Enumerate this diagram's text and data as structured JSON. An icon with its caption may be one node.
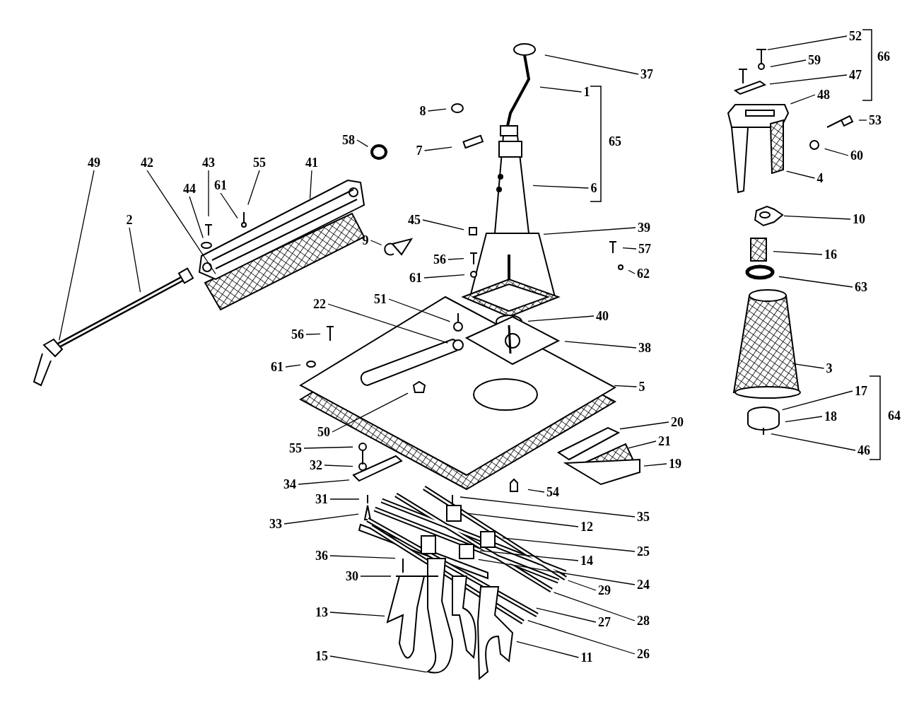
{
  "diagram": {
    "nodes": [
      {
        "text": [
          "37"
        ]
      },
      {
        "text": [
          "1"
        ]
      },
      {
        "text": [
          "8"
        ]
      },
      {
        "text": [
          "7"
        ]
      },
      {
        "text": [
          "58"
        ]
      },
      {
        "text": [
          "6"
        ]
      },
      {
        "text": [
          "49"
        ]
      },
      {
        "text": [
          "42"
        ]
      },
      {
        "text": [
          "43"
        ]
      },
      {
        "text": [
          "44"
        ]
      },
      {
        "text": [
          "55"
        ]
      },
      {
        "text": [
          "61"
        ]
      },
      {
        "text": [
          "41"
        ]
      },
      {
        "text": [
          "2"
        ]
      },
      {
        "text": [
          "45"
        ]
      },
      {
        "text": [
          "9"
        ]
      },
      {
        "text": [
          "39"
        ]
      },
      {
        "text": [
          "56"
        ]
      },
      {
        "text": [
          "57"
        ]
      },
      {
        "text": [
          "62"
        ]
      },
      {
        "text": [
          "61"
        ]
      },
      {
        "text": [
          "51"
        ]
      },
      {
        "text": [
          "22"
        ]
      },
      {
        "text": [
          "40"
        ]
      },
      {
        "text": [
          "56"
        ]
      },
      {
        "text": [
          "38"
        ]
      },
      {
        "text": [
          "61"
        ]
      },
      {
        "text": [
          "5"
        ]
      },
      {
        "text": [
          "50"
        ]
      },
      {
        "text": [
          "20"
        ]
      },
      {
        "text": [
          "55"
        ]
      },
      {
        "text": [
          "21"
        ]
      },
      {
        "text": [
          "32"
        ]
      },
      {
        "text": [
          "19"
        ]
      },
      {
        "text": [
          "34"
        ]
      },
      {
        "text": [
          "31"
        ]
      },
      {
        "text": [
          "54"
        ]
      },
      {
        "text": [
          "33"
        ]
      },
      {
        "text": [
          "35"
        ]
      },
      {
        "text": [
          "12"
        ]
      },
      {
        "text": [
          "25"
        ]
      },
      {
        "text": [
          "14"
        ]
      },
      {
        "text": [
          "29"
        ]
      },
      {
        "text": [
          "24"
        ]
      },
      {
        "text": [
          "36"
        ]
      },
      {
        "text": [
          "30"
        ]
      },
      {
        "text": [
          "28"
        ]
      },
      {
        "text": [
          "13"
        ]
      },
      {
        "text": [
          "27"
        ]
      },
      {
        "text": [
          "26"
        ]
      },
      {
        "text": [
          "11"
        ]
      },
      {
        "text": [
          "15"
        ]
      },
      {
        "text": [
          "52"
        ]
      },
      {
        "text": [
          "59"
        ]
      },
      {
        "text": [
          "47"
        ]
      },
      {
        "text": [
          "48"
        ]
      },
      {
        "text": [
          "53"
        ]
      },
      {
        "text": [
          "60"
        ]
      },
      {
        "text": [
          "4"
        ]
      },
      {
        "text": [
          "10"
        ]
      },
      {
        "text": [
          "16"
        ]
      },
      {
        "text": [
          "63"
        ]
      },
      {
        "text": [
          "3"
        ]
      },
      {
        "text": [
          "17"
        ]
      },
      {
        "text": [
          "18"
        ]
      },
      {
        "text": [
          "46"
        ]
      }
    ],
    "edges": [
      {
        "from": 0,
        "to": null,
        "arrow": "none"
      },
      {
        "from": 1,
        "to": null,
        "arrow": "none"
      },
      {
        "from": 2,
        "to": null,
        "arrow": "none"
      },
      {
        "from": 3,
        "to": null,
        "arrow": "none"
      },
      {
        "from": 4,
        "to": null,
        "arrow": "none"
      },
      {
        "from": 5,
        "to": null,
        "arrow": "none"
      },
      {
        "from": 6,
        "to": null,
        "arrow": "none"
      },
      {
        "from": 7,
        "to": null,
        "arrow": "none"
      },
      {
        "from": 8,
        "to": null,
        "arrow": "none"
      },
      {
        "from": 9,
        "to": null,
        "arrow": "none"
      },
      {
        "from": 10,
        "to": null,
        "arrow": "none"
      },
      {
        "from": 11,
        "to": null,
        "arrow": "none"
      },
      {
        "from": 12,
        "to": null,
        "arrow": "none"
      },
      {
        "from": 13,
        "to": null,
        "arrow": "none"
      },
      {
        "from": 14,
        "to": null,
        "arrow": "none"
      },
      {
        "from": 15,
        "to": null,
        "arrow": "none"
      },
      {
        "from": 16,
        "to": null,
        "arrow": "none"
      },
      {
        "from": 17,
        "to": null,
        "arrow": "none"
      },
      {
        "from": 18,
        "to": null,
        "arrow": "none"
      },
      {
        "from": 19,
        "to": null,
        "arrow": "none"
      },
      {
        "from": 20,
        "to": null,
        "arrow": "none"
      },
      {
        "from": 21,
        "to": null,
        "arrow": "none"
      },
      {
        "from": 22,
        "to": null,
        "arrow": "none"
      },
      {
        "from": 23,
        "to": null,
        "arrow": "none"
      },
      {
        "from": 24,
        "to": null,
        "arrow": "none"
      },
      {
        "from": 25,
        "to": null,
        "arrow": "none"
      },
      {
        "from": 26,
        "to": null,
        "arrow": "none"
      },
      {
        "from": 27,
        "to": null,
        "arrow": "none"
      },
      {
        "from": 28,
        "to": null,
        "arrow": "none"
      },
      {
        "from": 29,
        "to": null,
        "arrow": "none"
      },
      {
        "from": 30,
        "to": null,
        "arrow": "none"
      },
      {
        "from": 31,
        "to": null,
        "arrow": "none"
      },
      {
        "from": 32,
        "to": null,
        "arrow": "none"
      },
      {
        "from": 33,
        "to": null,
        "arrow": "none"
      },
      {
        "from": 34,
        "to": null,
        "arrow": "none"
      },
      {
        "from": 35,
        "to": null,
        "arrow": "none"
      },
      {
        "from": 36,
        "to": null,
        "arrow": "none"
      },
      {
        "from": 37,
        "to": null,
        "arrow": "none"
      },
      {
        "from": 38,
        "to": null,
        "arrow": "none"
      },
      {
        "from": 39,
        "to": null,
        "arrow": "none"
      },
      {
        "from": 40,
        "to": null,
        "arrow": "none"
      },
      {
        "from": 41,
        "to": null,
        "arrow": "none"
      },
      {
        "from": 42,
        "to": null,
        "arrow": "none"
      },
      {
        "from": 43,
        "to": null,
        "arrow": "none"
      },
      {
        "from": 44,
        "to": null,
        "arrow": "none"
      },
      {
        "from": 45,
        "to": null,
        "arrow": "none"
      },
      {
        "from": 46,
        "to": null,
        "arrow": "none"
      },
      {
        "from": 47,
        "to": null,
        "arrow": "none"
      },
      {
        "from": 48,
        "to": null,
        "arrow": "none"
      },
      {
        "from": 49,
        "to": null,
        "arrow": "none"
      },
      {
        "from": 50,
        "to": null,
        "arrow": "none"
      },
      {
        "from": 51,
        "to": null,
        "arrow": "none"
      },
      {
        "from": 52,
        "to": null,
        "arrow": "none"
      },
      {
        "from": 53,
        "to": null,
        "arrow": "none"
      },
      {
        "from": 54,
        "to": null,
        "arrow": "none"
      },
      {
        "from": 55,
        "to": null,
        "arrow": "none"
      },
      {
        "from": 56,
        "to": null,
        "arrow": "none"
      },
      {
        "from": 57,
        "to": null,
        "arrow": "none"
      },
      {
        "from": 58,
        "to": null,
        "arrow": "none"
      },
      {
        "from": 59,
        "to": null,
        "arrow": "none"
      },
      {
        "from": 60,
        "to": null,
        "arrow": "none"
      },
      {
        "from": 61,
        "to": null,
        "arrow": "none"
      },
      {
        "from": 62,
        "to": null,
        "arrow": "none"
      },
      {
        "from": 63,
        "to": null,
        "arrow": "none"
      },
      {
        "from": 64,
        "to": null,
        "arrow": "none"
      },
      {
        "from": 65,
        "to": null,
        "arrow": "none"
      }
    ],
    "labels": [
      "66",
      "65",
      "64"
    ]
  }
}
